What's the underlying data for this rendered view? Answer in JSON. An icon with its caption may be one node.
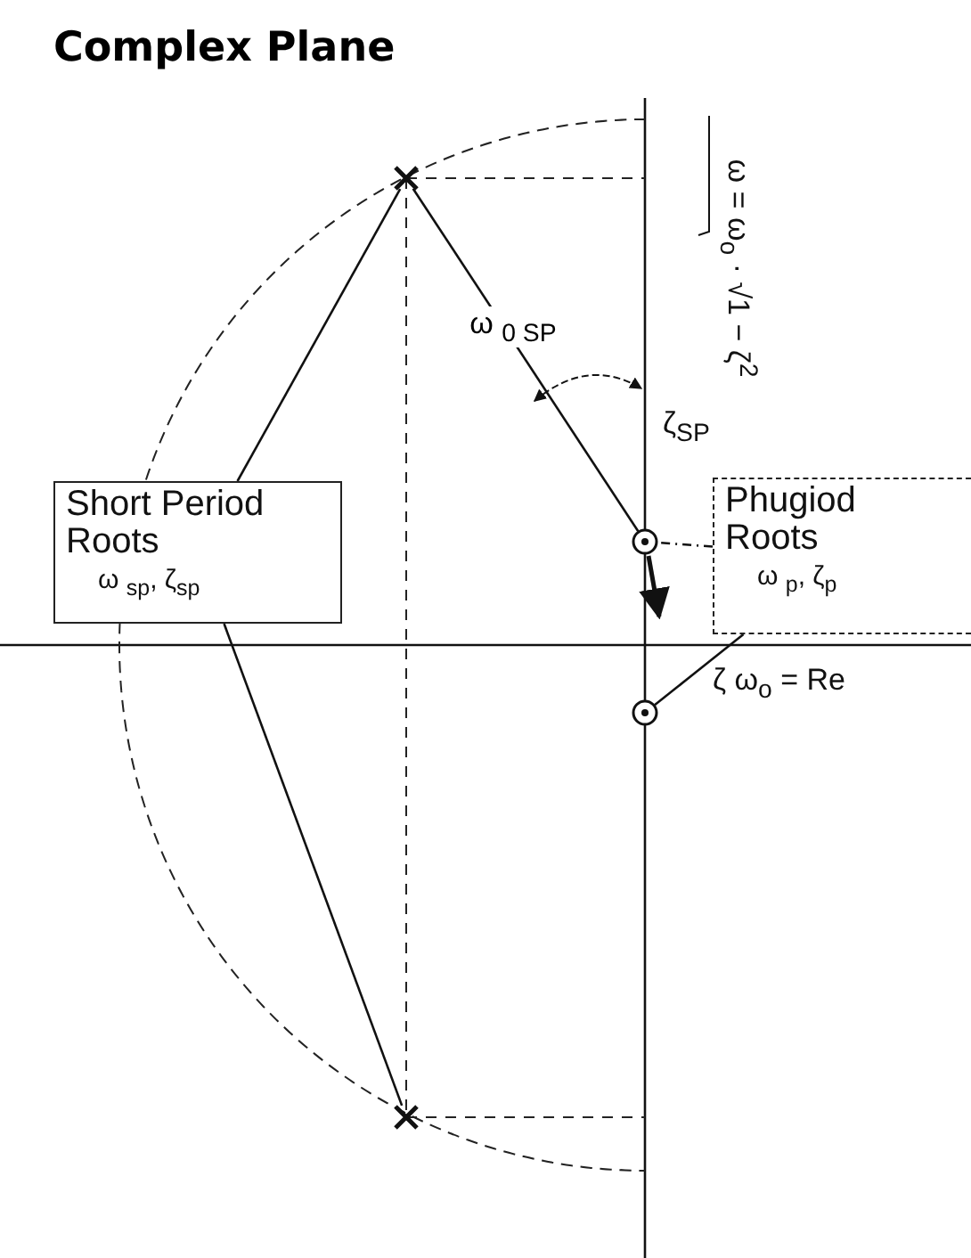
{
  "diagram": {
    "title": "Complex Plane",
    "nodes": [
      {
        "text": [
          "Short Period Roots",
          "ω $_{sp}$, ζ$_{sp}$"
        ]
      },
      {
        "text": [
          "Phugiod Roots",
          "ω $_{p}$, ζ$_{p}$"
        ]
      },
      {
        "text": [],
        "shape": "cross"
      },
      {
        "text": [],
        "shape": "cross"
      },
      {
        "text": [],
        "shape": "circle"
      },
      {
        "text": [],
        "shape": "circle"
      }
    ],
    "edges": [
      {
        "from": 2,
        "to": 0,
        "arrow": "none"
      },
      {
        "from": 0,
        "to": 3,
        "arrow": "none"
      },
      {
        "from": 2,
        "to": 4,
        "arrow": "none",
        "label": "ω $_{0 SP}$"
      },
      {
        "from": 1,
        "to": 4,
        "arrow": "none",
        "style": "dashed"
      },
      {
        "from": 1,
        "to": 5,
        "arrow": "none"
      }
    ],
    "labels": [
      "ω = ω$_{o}$ · √1 − ζ$^{2}$",
      "ζ$_{SP}$",
      "ζ  ω$_{o}$ = Re"
    ]
  }
}
